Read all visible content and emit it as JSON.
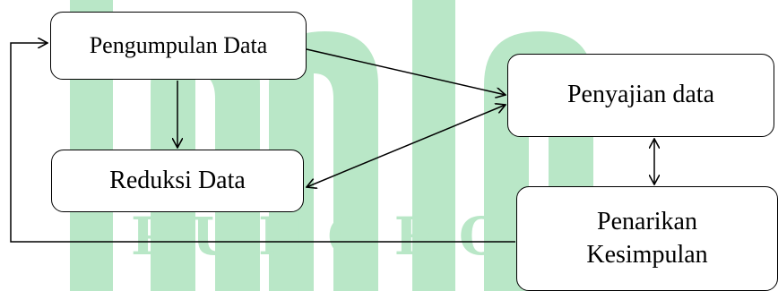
{
  "watermark": {
    "text": "PUNORO",
    "color": "#b9e7c7"
  },
  "nodes": {
    "pengumpulan": {
      "label": "Pengumpulan Data"
    },
    "reduksi": {
      "label": "Reduksi Data"
    },
    "penyajian": {
      "label": "Penyajian data"
    },
    "penarikan": {
      "line1": "Penarikan",
      "line2": "Kesimpulan"
    }
  }
}
